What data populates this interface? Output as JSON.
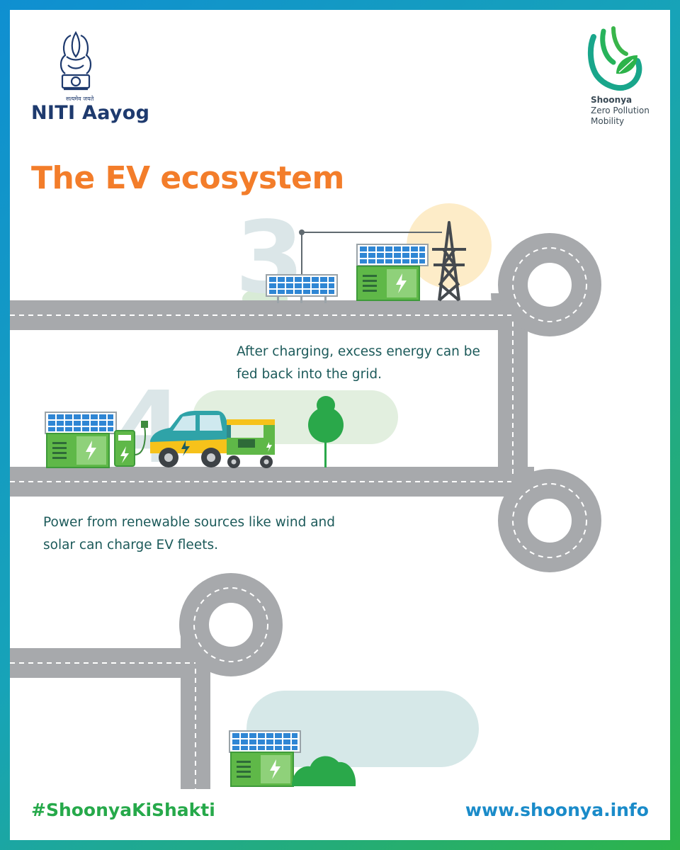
{
  "branding": {
    "niti_name": "NITI Aayog",
    "niti_motto": "सत्यमेव जयते",
    "shoonya_name": "Shoonya",
    "shoonya_tagline_1": "Zero Pollution",
    "shoonya_tagline_2": "Mobility"
  },
  "heading": {
    "title": "The EV ecosystem"
  },
  "steps": [
    {
      "number": "3",
      "caption": "After charging, excess energy can be fed back into the grid."
    },
    {
      "number": "4",
      "caption": "Power from renewable sources like wind and solar can charge EV fleets."
    }
  ],
  "footer": {
    "hashtag": "#ShoonyaKiShakti",
    "website": "www.shoonya.info"
  },
  "colors": {
    "frame_start": "#0f8fd1",
    "frame_end": "#2db34a",
    "title_orange": "#f37d2a",
    "caption_teal": "#1c5a5a",
    "road_gray": "#a7a9ac",
    "solar_blue": "#2f86d4",
    "battery_green": "#5fb848",
    "tree_green": "#2aa84a",
    "car_teal": "#2fa3a8",
    "car_yellow": "#f6c21a",
    "hashtag_green": "#26a94a",
    "url_blue": "#1a8bc9"
  },
  "icons": [
    "emblem-icon",
    "shoonya-hand-leaf-icon",
    "solar-panel-icon",
    "battery-storage-icon",
    "transmission-tower-icon",
    "ev-charger-icon",
    "electric-car-icon",
    "electric-rickshaw-icon",
    "tree-icon",
    "bush-icon",
    "road"
  ]
}
